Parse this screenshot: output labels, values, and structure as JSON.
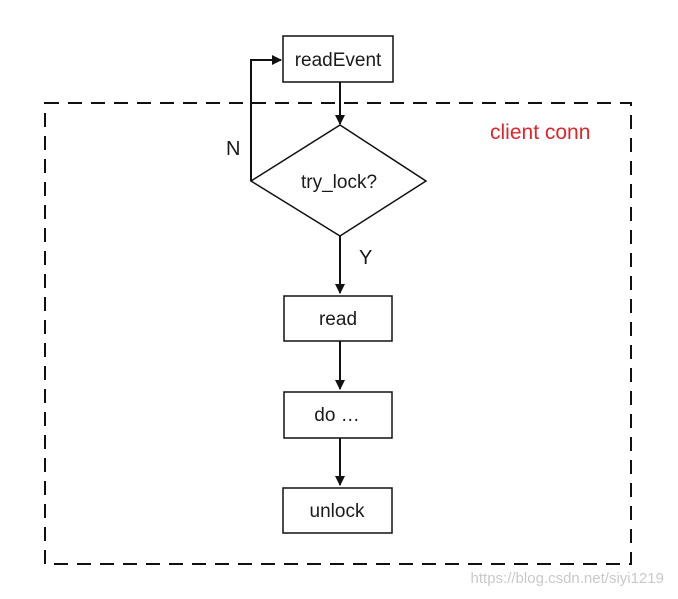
{
  "diagram": {
    "region": {
      "label": "client conn",
      "label_color": "#e0262a",
      "border_color": "#111111"
    },
    "nodes": {
      "read_event": {
        "label": "readEvent"
      },
      "try_lock": {
        "label": "try_lock?"
      },
      "read": {
        "label": "read"
      },
      "do": {
        "label": "do …"
      },
      "unlock": {
        "label": "unlock"
      }
    },
    "edges": {
      "no_label": "N",
      "yes_label": "Y"
    },
    "stroke_color": "#111111"
  },
  "watermark": "https://blog.csdn.net/siyi1219"
}
